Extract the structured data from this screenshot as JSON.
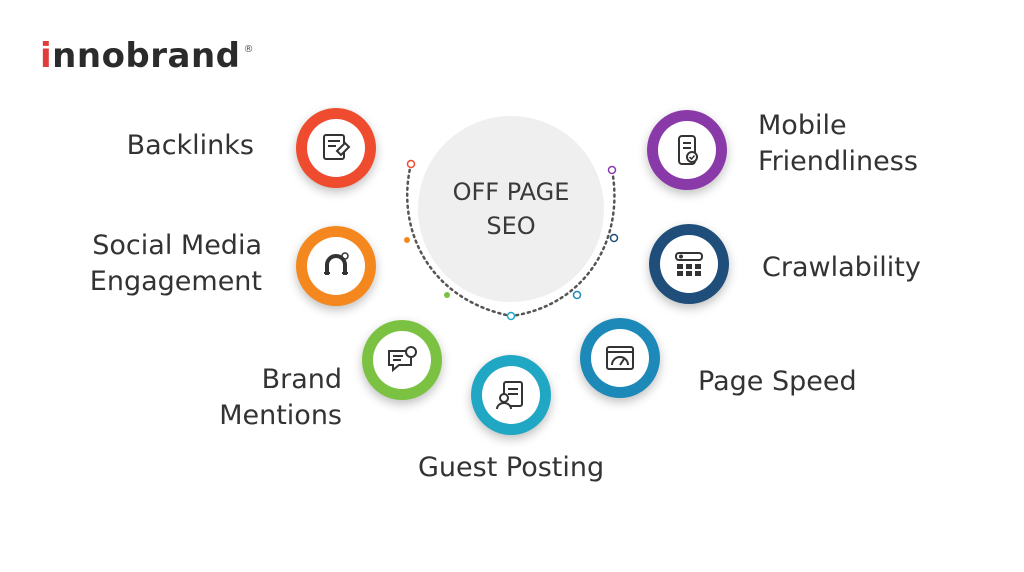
{
  "logo": {
    "first": "i",
    "rest": "nnobrand",
    "reg": "®"
  },
  "center": {
    "line1": "OFF PAGE",
    "line2": "SEO"
  },
  "nodes": {
    "backlinks": {
      "label": "Backlinks",
      "color": "#ef4b2f",
      "icon": "backlinks-icon"
    },
    "social": {
      "line1": "Social Media",
      "line2": "Engagement",
      "color": "#f5871f",
      "icon": "magnet-icon"
    },
    "brand": {
      "line1": "Brand",
      "line2": "Mentions",
      "color": "#7cc242",
      "icon": "mention-icon"
    },
    "guest": {
      "label": "Guest Posting",
      "color": "#1fa7c4",
      "icon": "document-icon"
    },
    "speed": {
      "label": "Page Speed",
      "color": "#1d89b8",
      "icon": "speedometer-icon"
    },
    "crawl": {
      "label": "Crawlability",
      "color": "#1e4e79",
      "icon": "crawl-grid-icon"
    },
    "mobile": {
      "line1": "Mobile",
      "line2": "Friendliness",
      "color": "#8a3aa8",
      "icon": "mobile-icon"
    }
  }
}
